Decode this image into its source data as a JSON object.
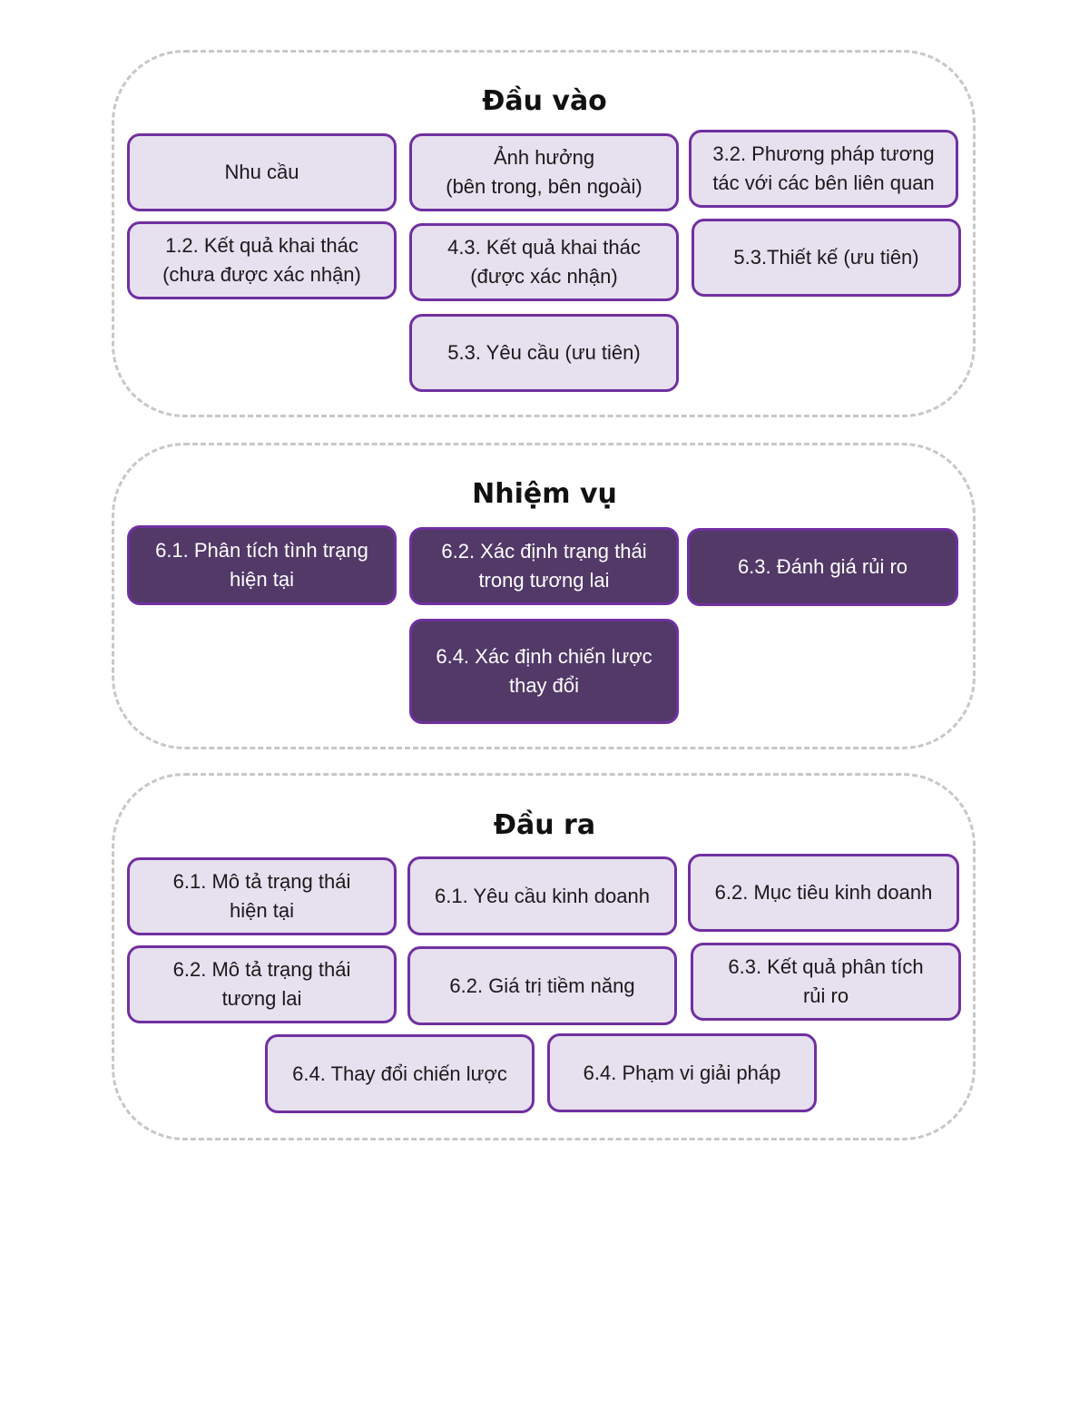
{
  "groups": {
    "inputs": {
      "title": "Đầu vào",
      "items": [
        "Nhu cầu",
        "Ảnh hưởng\n(bên trong, bên ngoài)",
        "3.2. Phương pháp tương tác với các bên liên quan",
        "1.2. Kết quả khai thác\n(chưa được xác nhận)",
        "4.3. Kết quả khai thác\n(được xác nhận)",
        "5.3.Thiết kế (ưu tiên)",
        "5.3. Yêu cầu (ưu tiên)"
      ]
    },
    "tasks": {
      "title": "Nhiệm vụ",
      "items": [
        "6.1. Phân tích tình trạng hiện tại",
        "6.2. Xác định trạng thái trong tương lai",
        "6.3. Đánh giá rủi ro",
        "6.4. Xác định chiến lược thay đổi"
      ]
    },
    "outputs": {
      "title": "Đầu ra",
      "items": [
        "6.1. Mô tả trạng thái hiện tại",
        "6.1. Yêu cầu kinh doanh",
        "6.2. Mục tiêu kinh doanh",
        "6.2. Mô tả trạng thái tương lai",
        "6.2. Giá trị tiềm năng",
        "6.3. Kết quả phân tích rủi ro",
        "6.4. Thay đổi chiến lược",
        "6.4. Phạm vi giải pháp"
      ]
    }
  },
  "colors": {
    "light_fill": "#e6e0ef",
    "dark_fill": "#523968",
    "border": "#7030a0",
    "dashed": "#c8c8c8"
  }
}
